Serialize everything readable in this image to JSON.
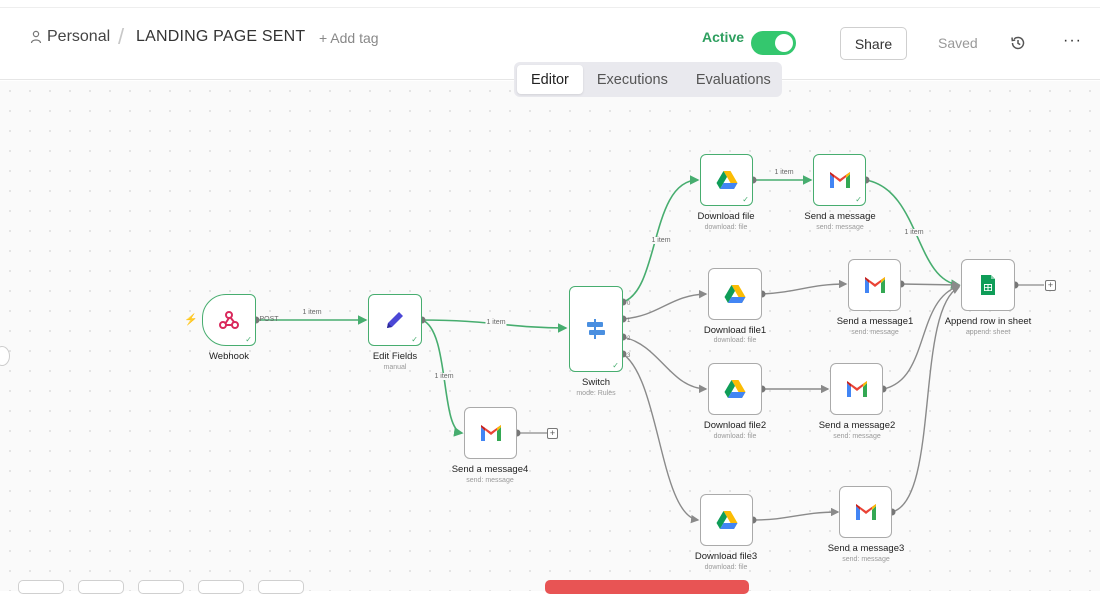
{
  "header": {
    "project": "Personal",
    "workflow_title": "LANDING PAGE SENT",
    "add_tag": "+ Add tag",
    "active_label": "Active",
    "active": true,
    "share_label": "Share",
    "saved_label": "Saved",
    "more_label": "···"
  },
  "tabs": [
    {
      "label": "Editor",
      "active": true
    },
    {
      "label": "Executions",
      "active": false
    },
    {
      "label": "Evaluations",
      "active": false
    }
  ],
  "nodes": {
    "webhook": {
      "label": "Webhook",
      "port_label": "POST",
      "icon": "webhook-icon"
    },
    "edit_fields": {
      "label": "Edit Fields",
      "sub": "manual",
      "icon": "pencil-icon"
    },
    "switch": {
      "label": "Switch",
      "sub": "mode: Rules",
      "icon": "switch-icon",
      "outputs": [
        "0",
        "1",
        "2",
        "3"
      ]
    },
    "send_message4": {
      "label": "Send a message4",
      "sub": "send: message",
      "icon": "gmail-icon"
    },
    "download_file": {
      "label": "Download file",
      "sub": "download: file",
      "icon": "google-drive-icon"
    },
    "download_file1": {
      "label": "Download file1",
      "sub": "download: file",
      "icon": "google-drive-icon"
    },
    "download_file2": {
      "label": "Download file2",
      "sub": "download: file",
      "icon": "google-drive-icon"
    },
    "download_file3": {
      "label": "Download file3",
      "sub": "download: file",
      "icon": "google-drive-icon"
    },
    "send_message": {
      "label": "Send a message",
      "sub": "send: message",
      "icon": "gmail-icon"
    },
    "send_message1": {
      "label": "Send a message1",
      "sub": "send: message",
      "icon": "gmail-icon"
    },
    "send_message2": {
      "label": "Send a message2",
      "sub": "send: message",
      "icon": "gmail-icon"
    },
    "send_message3": {
      "label": "Send a message3",
      "sub": "send: message",
      "icon": "gmail-icon"
    },
    "append_row": {
      "label": "Append row in sheet",
      "sub": "append: sheet",
      "icon": "google-sheets-icon"
    }
  },
  "wires": {
    "webhook_edit": "1 item",
    "edit_switch": "1 item",
    "edit_send4": "1 item",
    "switch_download": "1 item",
    "download_send": "1 item",
    "send_append": "1 item"
  },
  "colors": {
    "accent_green": "#47ad6f",
    "toggle_green": "#34c76e",
    "bottom_red": "#e85454"
  }
}
